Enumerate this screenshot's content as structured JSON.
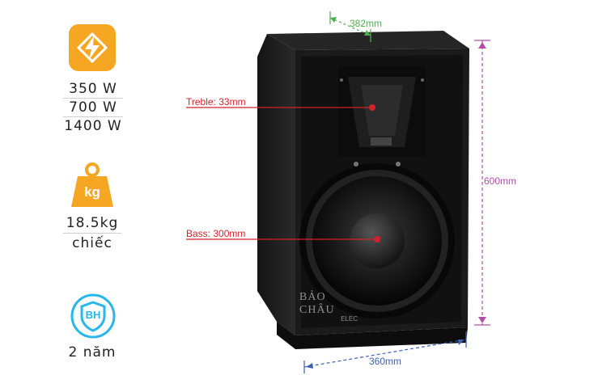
{
  "specs": {
    "power": {
      "icon": "lightning-icon",
      "lines": [
        "350 W",
        "700 W",
        "1400 W"
      ],
      "color": "#f5a623"
    },
    "weight": {
      "icon": "weight-kg-icon",
      "badge": "kg",
      "value": "18.5kg",
      "unit": "chiếc",
      "color": "#f5a623"
    },
    "warranty": {
      "icon": "warranty-shield-icon",
      "badge": "BH",
      "value": "2 năm",
      "color": "#29b6e8"
    }
  },
  "dimensions": {
    "depth": "382mm",
    "height": "600mm",
    "width": "360mm",
    "depth_color": "#4caf50",
    "height_color": "#b04fa8",
    "width_color": "#3f5fb0"
  },
  "callouts": {
    "treble": "Treble: 33mm",
    "bass": "Bass: 300mm",
    "color": "#d2232a"
  },
  "watermark": {
    "brand": "BẢO CHÂU",
    "sub": "ELEC"
  }
}
